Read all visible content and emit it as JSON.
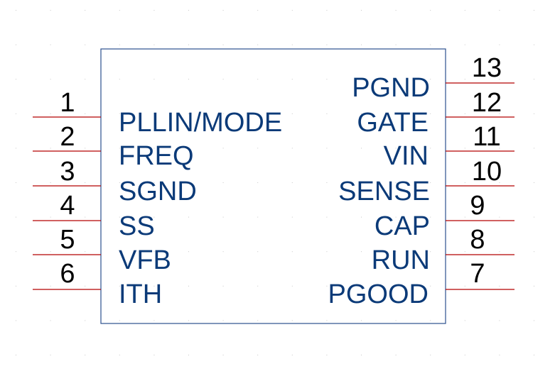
{
  "colors": {
    "body_outline": "#2b4f8e",
    "pin_line": "#b40000",
    "pin_label": "#0b3a78",
    "pin_number": "#000000",
    "grid_dot": "#c8c8c8"
  },
  "component": {
    "left_pins": [
      {
        "number": "1",
        "name": "PLLIN/MODE"
      },
      {
        "number": "2",
        "name": "FREQ"
      },
      {
        "number": "3",
        "name": "SGND"
      },
      {
        "number": "4",
        "name": "SS"
      },
      {
        "number": "5",
        "name": "VFB"
      },
      {
        "number": "6",
        "name": "ITH"
      }
    ],
    "right_pins": [
      {
        "number": "13",
        "name": "PGND"
      },
      {
        "number": "12",
        "name": "GATE"
      },
      {
        "number": "11",
        "name": "VIN"
      },
      {
        "number": "10",
        "name": "SENSE"
      },
      {
        "number": "9",
        "name": "CAP"
      },
      {
        "number": "8",
        "name": "RUN"
      },
      {
        "number": "7",
        "name": "PGOOD"
      }
    ]
  }
}
